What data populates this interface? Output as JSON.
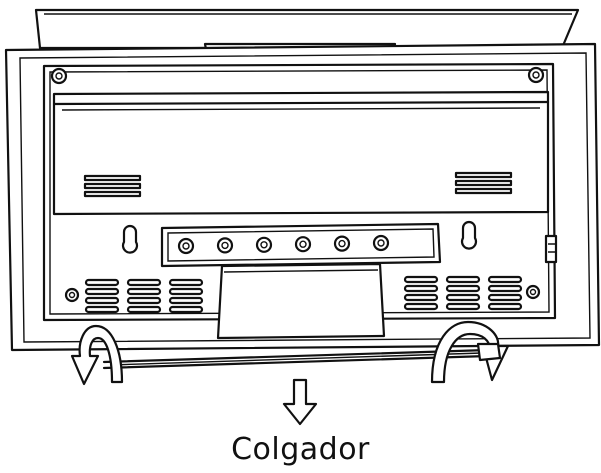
{
  "caption": "Colgador",
  "colors": {
    "line": "#111111",
    "background": "#ffffff"
  },
  "counts": {
    "buttons": 6,
    "slots_per_vent_row": 3
  }
}
